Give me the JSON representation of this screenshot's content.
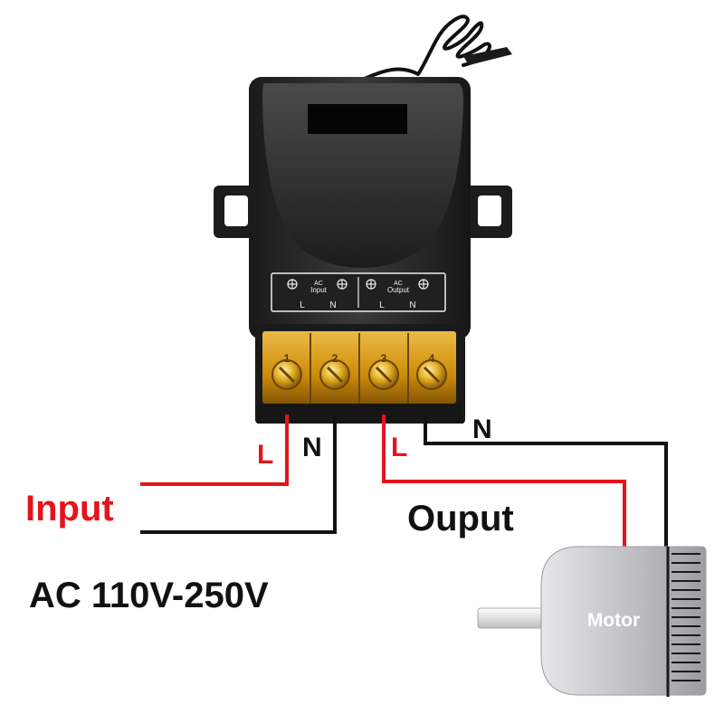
{
  "device": {
    "label_panel": {
      "input_group": {
        "title_line1": "AC",
        "title_line2": "Input",
        "left": "L",
        "right": "N"
      },
      "output_group": {
        "title_line1": "AC",
        "title_line2": "Output",
        "left": "L",
        "right": "N"
      }
    },
    "terminal_numbers": [
      "1",
      "2",
      "3",
      "4"
    ]
  },
  "wiring": {
    "input_L": "L",
    "input_N": "N",
    "output_L": "L",
    "output_N": "N",
    "input_label": "Input",
    "output_label": "Ouput",
    "voltage_label": "AC 110V-250V"
  },
  "motor": {
    "label": "Motor"
  },
  "colors": {
    "live_wire": "#e3141b",
    "neutral_wire": "#111111",
    "housing": "#222222",
    "terminal_cover": "#e8a512",
    "motor_body": "#c9c9cc"
  }
}
